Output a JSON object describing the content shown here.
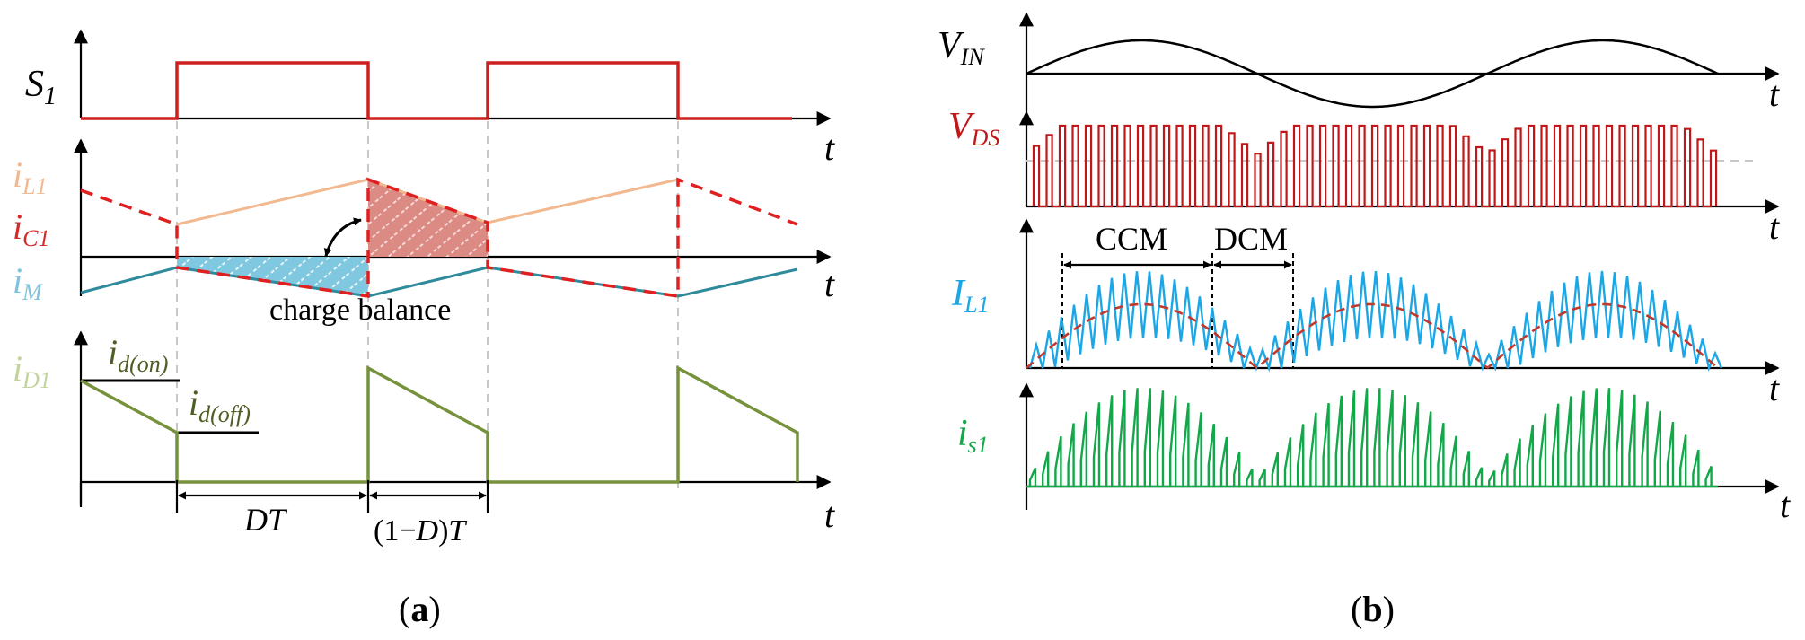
{
  "panel_a": {
    "caption": "(a)",
    "caption_open": "(",
    "caption_letter": "a",
    "caption_close": ")",
    "axis_label": "t",
    "signals": {
      "s1": {
        "base": "S",
        "sub": "1",
        "color": "#cc1f1f"
      },
      "il1": {
        "base": "i",
        "sub": "L1",
        "color": "#f2b990"
      },
      "ic1": {
        "base": "i",
        "sub": "C1",
        "color": "#d62a2a"
      },
      "im": {
        "base": "i",
        "sub": "M",
        "color": "#7fc4dc"
      },
      "id1": {
        "base": "i",
        "sub": "D1",
        "color": "#c2d49c"
      }
    },
    "id_on": {
      "base": "i",
      "sub": "d(on)"
    },
    "id_off": {
      "base": "i",
      "sub": "d(off)"
    },
    "charge_balance": "charge balance",
    "dt_label": {
      "text": "DT"
    },
    "one_minus_d": {
      "open": "(1−",
      "d": "D",
      "close": ")",
      "t": "T"
    },
    "colors": {
      "red": "#cc1f1f",
      "orange": "#f2b990",
      "teal": "#2f8a9c",
      "blue_fill": "#7fc8df",
      "red_fill": "#dc8a84",
      "green": "#76923c"
    }
  },
  "panel_b": {
    "caption": "(b)",
    "caption_open": "(",
    "caption_letter": "b",
    "caption_close": ")",
    "axis_label": "t",
    "signals": {
      "vin": {
        "base": "V",
        "sub": "IN",
        "color": "#000000"
      },
      "vds": {
        "base": "V",
        "sub": "DS",
        "color": "#c01818"
      },
      "il1": {
        "base": "I",
        "sub": "L1",
        "color": "#1ba6e6"
      },
      "is1": {
        "base": "i",
        "sub": "s1",
        "color": "#12a84a"
      }
    },
    "ccm_label": "CCM",
    "dcm_label": "DCM"
  }
}
